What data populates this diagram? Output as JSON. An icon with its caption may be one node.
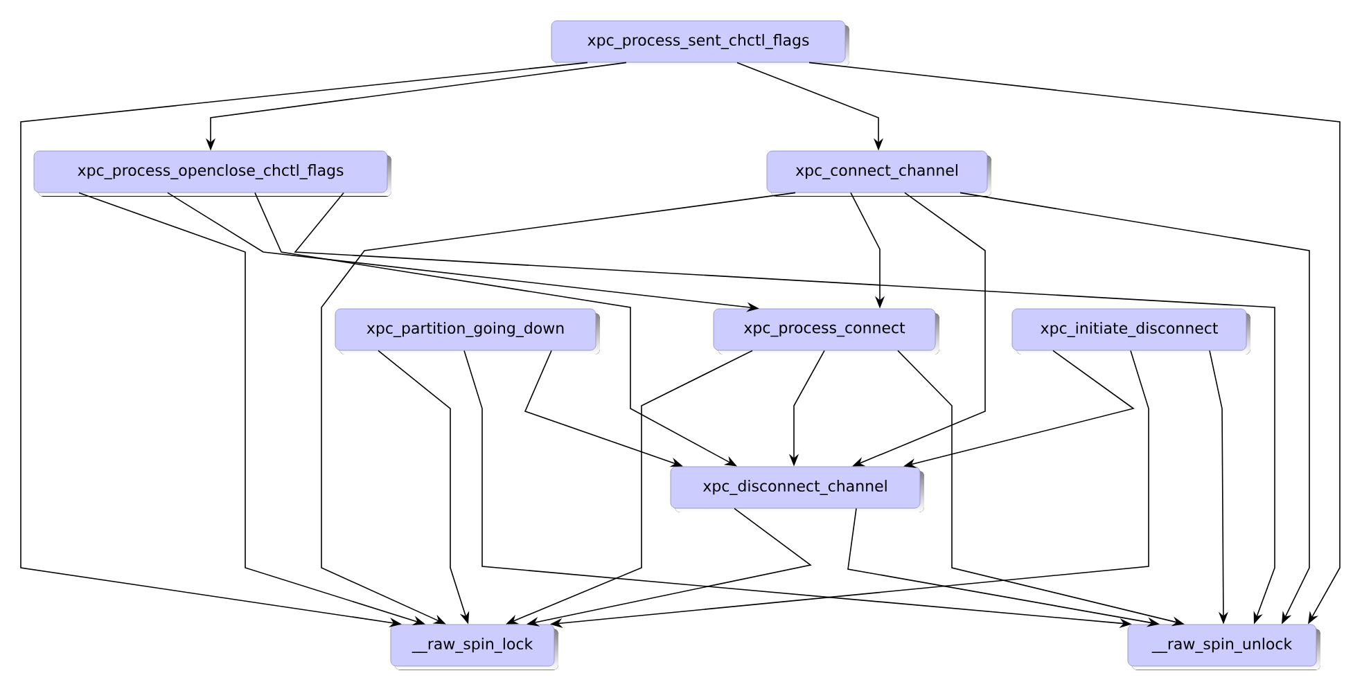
{
  "diagram": {
    "nodes": [
      {
        "text": [
          "xpc_process_sent_chctl_flags"
        ]
      },
      {
        "text": [
          "xpc_process_openclose_chctl_flags"
        ]
      },
      {
        "text": [
          "xpc_connect_channel"
        ]
      },
      {
        "text": [
          "xpc_partition_going_down"
        ]
      },
      {
        "text": [
          "xpc_process_connect"
        ]
      },
      {
        "text": [
          "xpc_initiate_disconnect"
        ]
      },
      {
        "text": [
          "xpc_disconnect_channel"
        ]
      },
      {
        "text": [
          "__raw_spin_lock"
        ]
      },
      {
        "text": [
          "__raw_spin_unlock"
        ]
      }
    ],
    "edges": [
      {
        "from": 0,
        "to": 1,
        "arrow": "to"
      },
      {
        "from": 0,
        "to": 2,
        "arrow": "to"
      },
      {
        "from": 0,
        "to": 7,
        "arrow": "to"
      },
      {
        "from": 0,
        "to": 8,
        "arrow": "to"
      },
      {
        "from": 1,
        "to": 7,
        "arrow": "to"
      },
      {
        "from": 1,
        "to": 4,
        "arrow": "to"
      },
      {
        "from": 1,
        "to": 6,
        "arrow": "to"
      },
      {
        "from": 1,
        "to": 8,
        "arrow": "to"
      },
      {
        "from": 2,
        "to": 4,
        "arrow": "to"
      },
      {
        "from": 2,
        "to": 7,
        "arrow": "to"
      },
      {
        "from": 2,
        "to": 6,
        "arrow": "to"
      },
      {
        "from": 2,
        "to": 8,
        "arrow": "to"
      },
      {
        "from": 3,
        "to": 7,
        "arrow": "to"
      },
      {
        "from": 3,
        "to": 8,
        "arrow": "to"
      },
      {
        "from": 3,
        "to": 6,
        "arrow": "to"
      },
      {
        "from": 4,
        "to": 6,
        "arrow": "to"
      },
      {
        "from": 4,
        "to": 7,
        "arrow": "to"
      },
      {
        "from": 4,
        "to": 8,
        "arrow": "to"
      },
      {
        "from": 5,
        "to": 6,
        "arrow": "to"
      },
      {
        "from": 5,
        "to": 7,
        "arrow": "to"
      },
      {
        "from": 5,
        "to": 8,
        "arrow": "to"
      },
      {
        "from": 6,
        "to": 7,
        "arrow": "to"
      },
      {
        "from": 6,
        "to": 8,
        "arrow": "to"
      }
    ]
  }
}
